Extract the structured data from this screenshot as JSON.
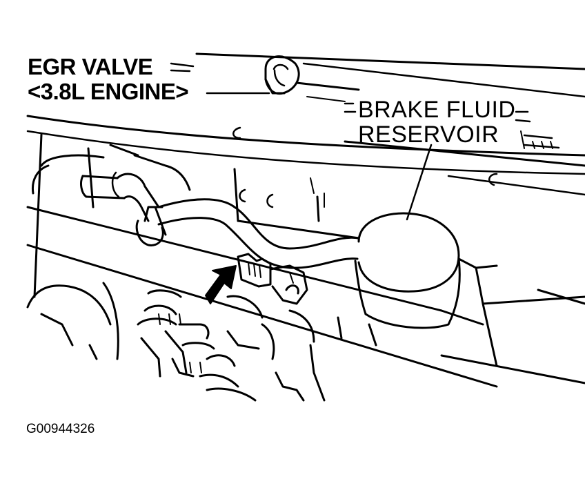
{
  "title": {
    "line1": "EGR VALVE",
    "line2": "<3.8L ENGINE>"
  },
  "callouts": {
    "brake_fluid_reservoir": {
      "line1": "BRAKE FLUID",
      "line2": "RESERVOIR"
    }
  },
  "figure_id": "G00944326",
  "colors": {
    "ink": "#000000",
    "paper": "#ffffff"
  }
}
